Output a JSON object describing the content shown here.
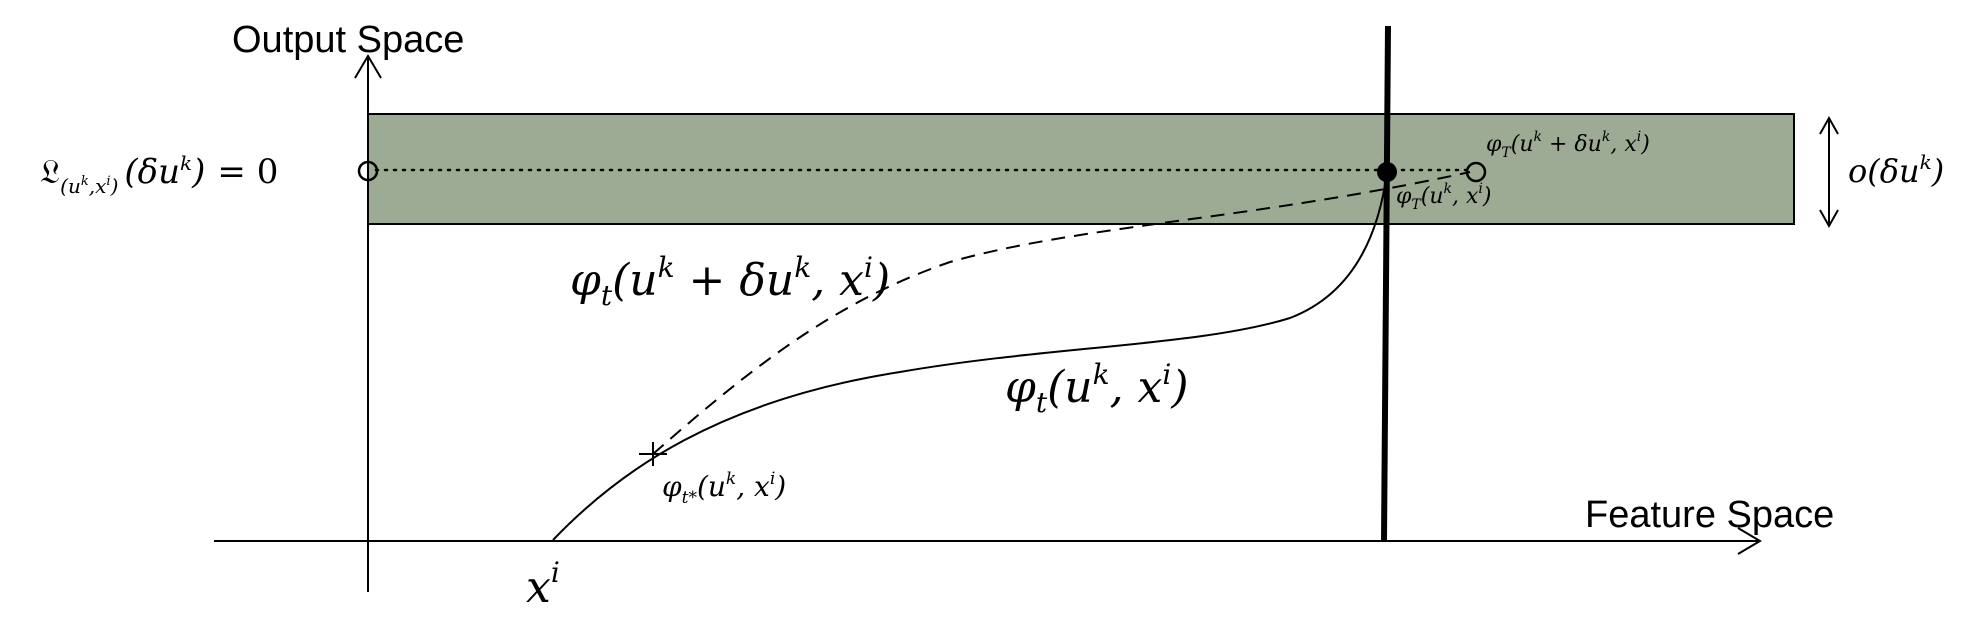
{
  "axes": {
    "y_label": "Output Space",
    "x_label": "Feature Space"
  },
  "loss_label": {
    "script_l": "𝔏",
    "sub_open": "(",
    "sub_u": "u",
    "sub_k": "k",
    "sub_comma": ",",
    "sub_x": "x",
    "sub_i": "i",
    "sub_close": ")",
    "arg": "(δu",
    "arg_k": "k",
    "arg_close": ")",
    "eq": "= 0"
  },
  "band_label": {
    "main": "o(δu",
    "sup": "k",
    "close": ")"
  },
  "perturbed_curve_label": {
    "phi": "φ",
    "sub": "t",
    "open": "(u",
    "sup1": "k",
    "mid": " + δu",
    "sup2": "k",
    "comma": ", x",
    "sup3": "i",
    "close": ")"
  },
  "curve_label": {
    "phi": "φ",
    "sub": "t",
    "open": "(u",
    "sup1": "k",
    "comma": ", x",
    "sup2": "i",
    "close": ")"
  },
  "tstar_label": {
    "phi": "φ",
    "sub": "t*",
    "open": "(u",
    "sup1": "k",
    "comma": ", x",
    "sup2": "i",
    "close": ")"
  },
  "endpoint_perturbed_label": {
    "phi": "φ",
    "sub": "T",
    "open": "(u",
    "sup1": "k",
    "mid": " + δu",
    "sup2": "k",
    "comma": ", x",
    "sup3": "i",
    "close": ")"
  },
  "endpoint_label": {
    "phi": "φ",
    "sub": "T",
    "open": "(u",
    "sup1": "k",
    "comma": ", x",
    "sup2": "i",
    "close": ")"
  },
  "start_label": {
    "x": "x",
    "sup": "i"
  },
  "colors": {
    "band_fill": "#9daa94",
    "stroke": "#000000"
  }
}
